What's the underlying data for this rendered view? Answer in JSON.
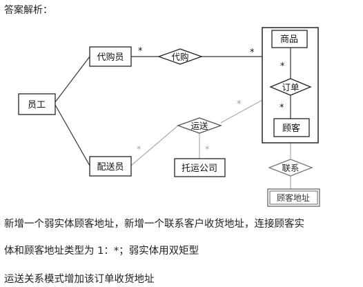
{
  "heading": "答案解析：",
  "diagram": {
    "entities": {
      "agent": "代购员",
      "staff": "员工",
      "dispatcher": "配送员",
      "product": "商品",
      "customer": "顾客",
      "shipping_company": "托运公司",
      "customer_address": "顾客地址"
    },
    "relationships": {
      "purchase": "代购",
      "order": "订单",
      "delivery": "运送",
      "contact": "联系"
    },
    "cardinality": {
      "agent_purchase": "*",
      "purchase_group": "*",
      "product_order": "*",
      "order_customer": "*",
      "delivery_group": "*",
      "dispatcher_delivery": "*",
      "company_delivery": "*"
    }
  },
  "paragraphs": [
    "新增一个弱实体顾客地址，新增一个联系客户收货地址，连接顾客实",
    "体和顾客地址类型为 1：*；弱实体用双矩型",
    "运送关系模式增加该订单收货地址"
  ]
}
